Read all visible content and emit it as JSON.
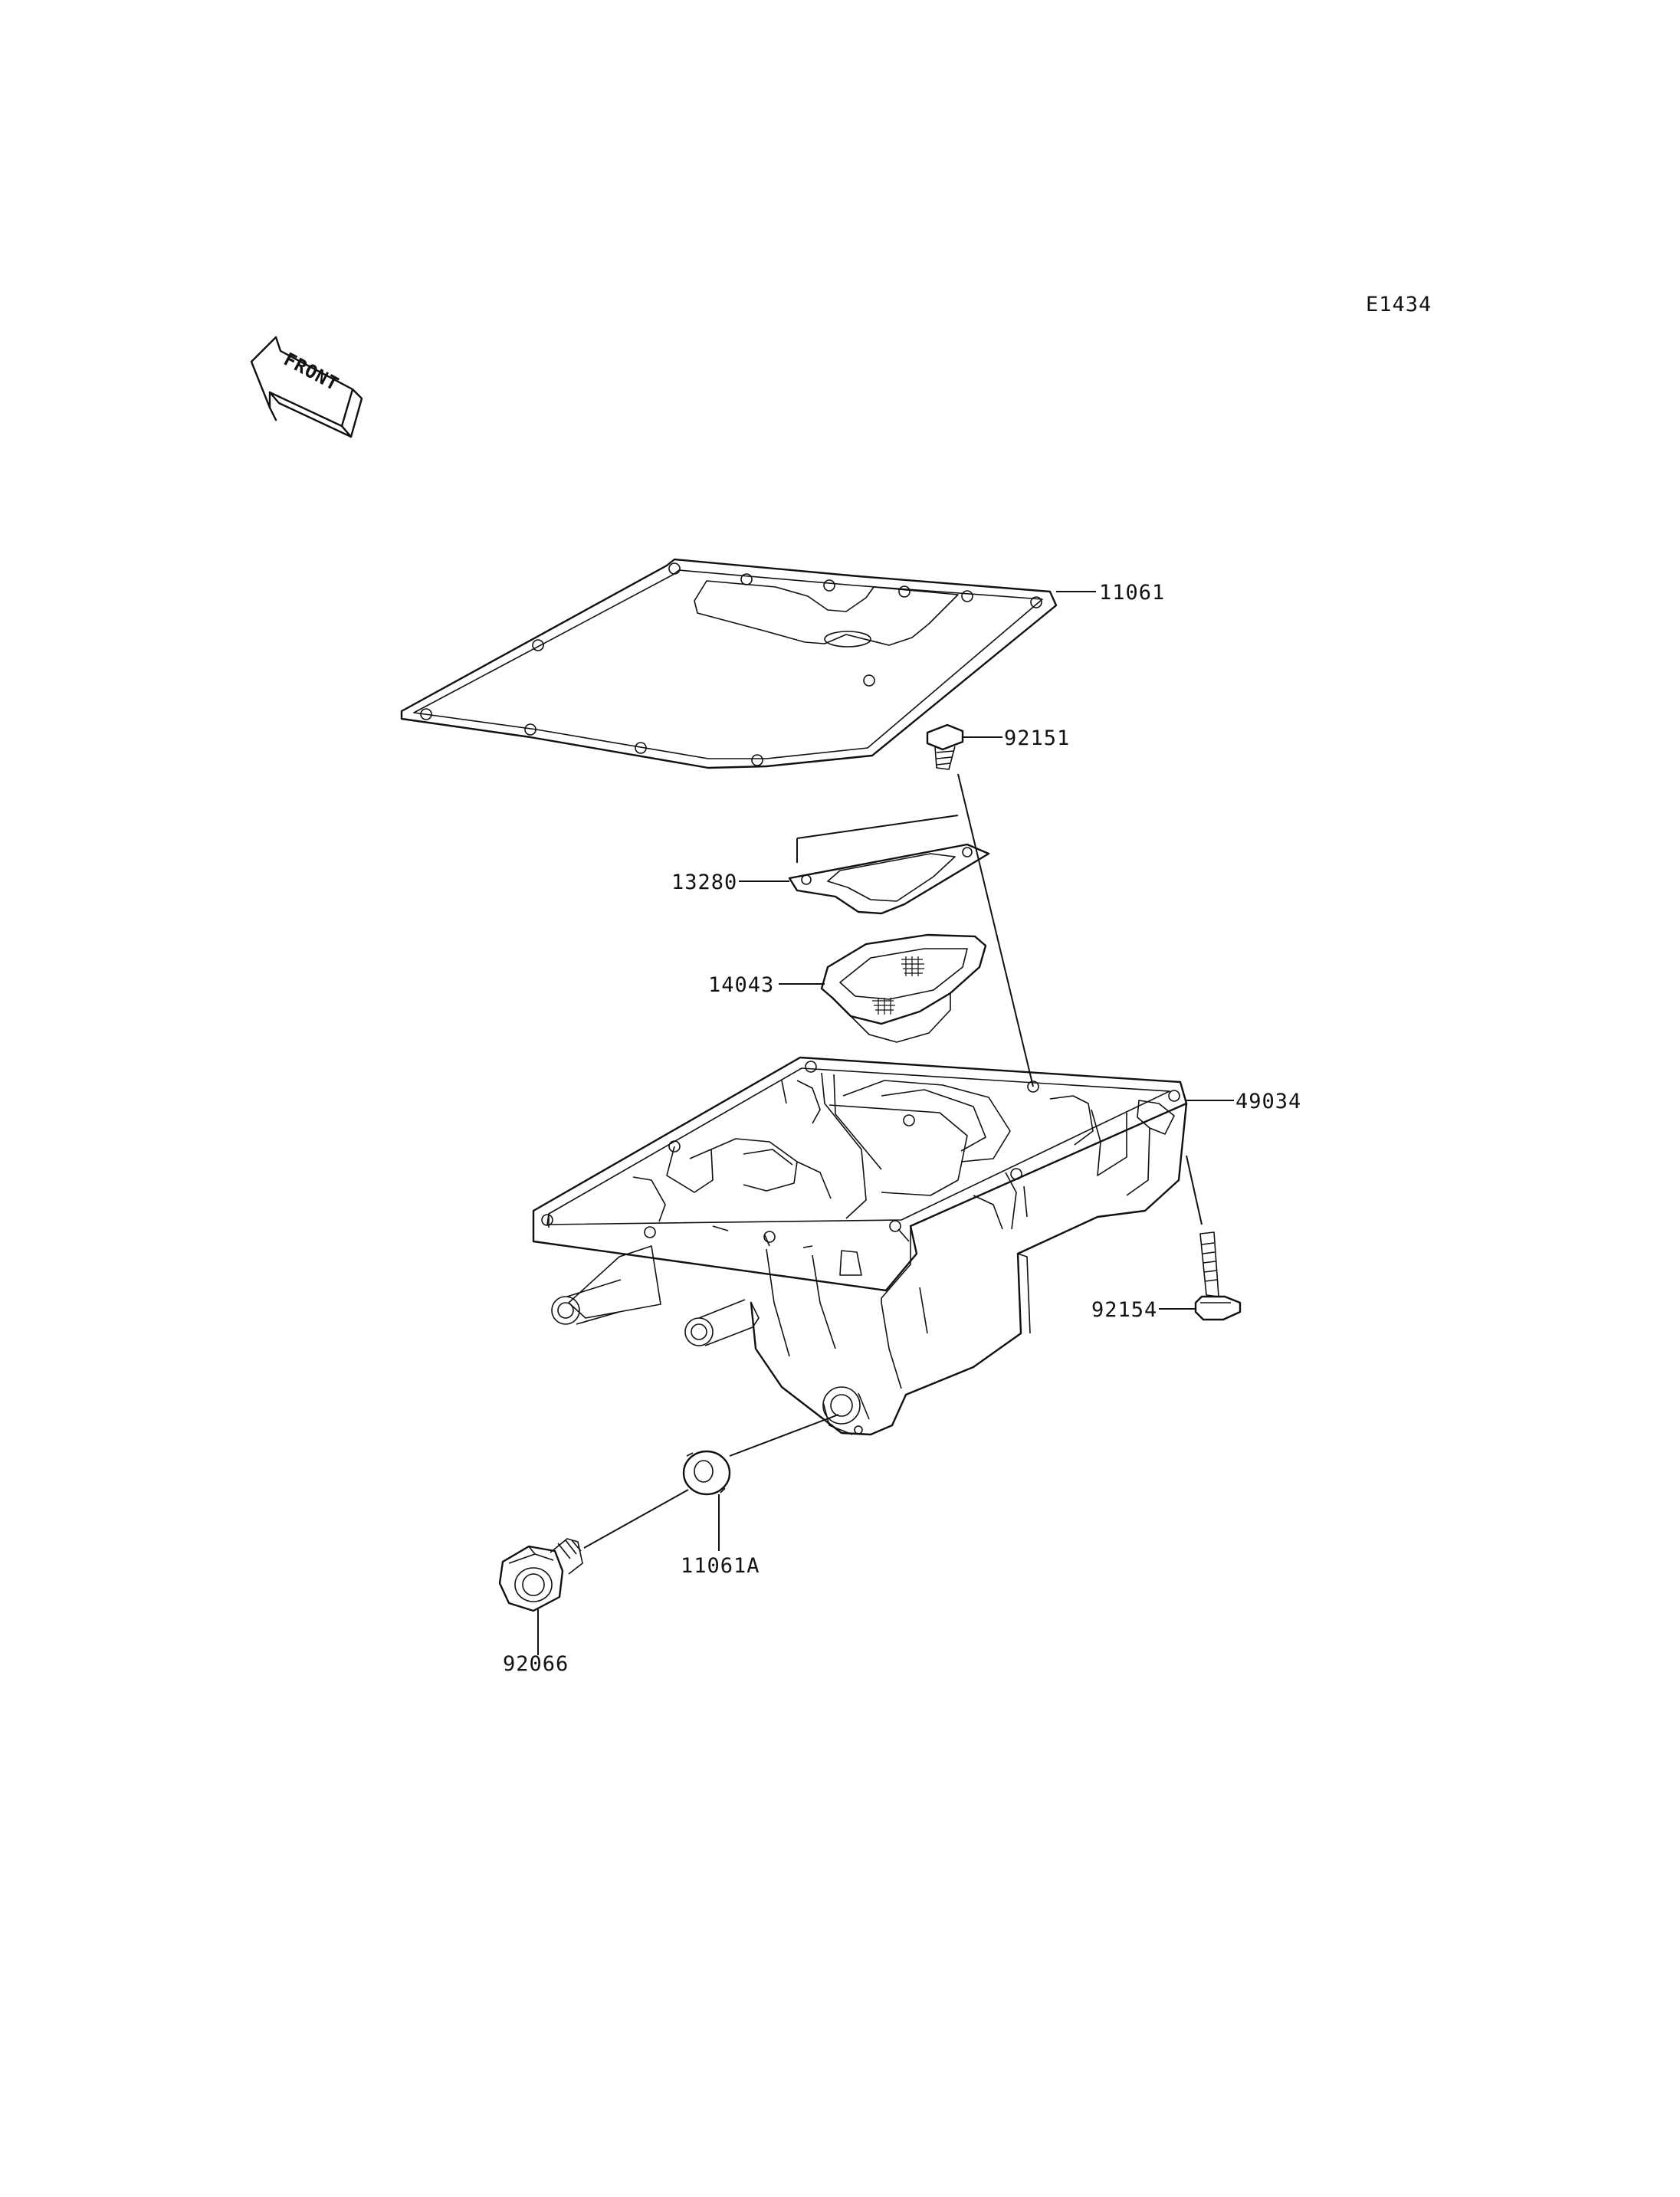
{
  "diagram_code": "E1434",
  "direction_badge": "FRONT",
  "parts": [
    {
      "id": "gasket-top",
      "number": "11061"
    },
    {
      "id": "bolt-strainer",
      "number": "92151"
    },
    {
      "id": "gasket-strainer",
      "number": "13280"
    },
    {
      "id": "oil-strainer",
      "number": "14043"
    },
    {
      "id": "oil-pan",
      "number": "49034"
    },
    {
      "id": "bolt-pan",
      "number": "92154"
    },
    {
      "id": "washer",
      "number": "11061A"
    },
    {
      "id": "drain-plug",
      "number": "92066"
    }
  ]
}
